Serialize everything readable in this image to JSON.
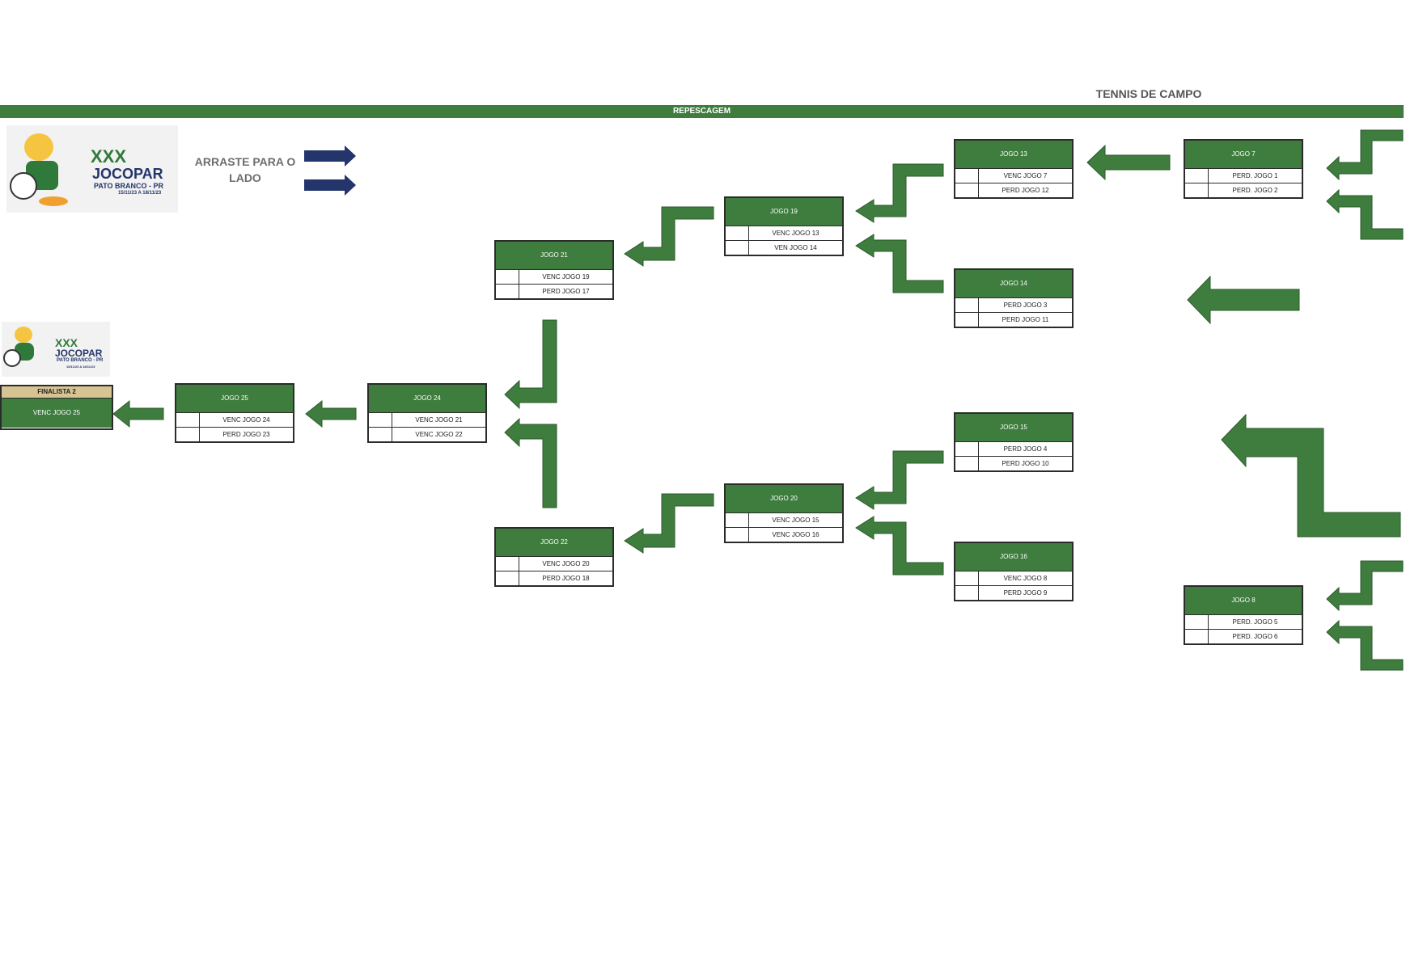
{
  "title": "TENNIS DE CAMPO",
  "banner": "REPESCAGEM",
  "drag_hint": "ARRASTE PARA O LADO",
  "logo": {
    "line1": "XXX",
    "line2": "JOCOPAR",
    "line3": "PATO BRANCO - PR",
    "line4": "15/11/23 A 18/11/23"
  },
  "finalist": {
    "label": "FINALISTA 2",
    "value": "VENC JOGO 25"
  },
  "matches": {
    "jogo7": {
      "title": "JOGO 7",
      "slot1": "PERD. JOGO 1",
      "slot2": "PERD. JOGO 2"
    },
    "jogo8": {
      "title": "JOGO 8",
      "slot1": "PERD. JOGO 5",
      "slot2": "PERD. JOGO 6"
    },
    "jogo13": {
      "title": "JOGO 13",
      "slot1": "VENC JOGO 7",
      "slot2": "PERD JOGO 12"
    },
    "jogo14": {
      "title": "JOGO 14",
      "slot1": "PERD JOGO 3",
      "slot2": "PERD JOGO 11"
    },
    "jogo15": {
      "title": "JOGO 15",
      "slot1": "PERD JOGO 4",
      "slot2": "PERD JOGO 10"
    },
    "jogo16": {
      "title": "JOGO 16",
      "slot1": "VENC JOGO 8",
      "slot2": "PERD JOGO 9"
    },
    "jogo19": {
      "title": "JOGO 19",
      "slot1": "VENC JOGO 13",
      "slot2": "VEN JOGO 14"
    },
    "jogo20": {
      "title": "JOGO 20",
      "slot1": "VENC JOGO 15",
      "slot2": "VENC JOGO 16"
    },
    "jogo21": {
      "title": "JOGO 21",
      "slot1": "VENC JOGO 19",
      "slot2": "PERD JOGO 17"
    },
    "jogo22": {
      "title": "JOGO 22",
      "slot1": "VENC JOGO 20",
      "slot2": "PERD JOGO 18"
    },
    "jogo24": {
      "title": "JOGO 24",
      "slot1": "VENC JOGO 21",
      "slot2": "VENC JOGO 22"
    },
    "jogo25": {
      "title": "JOGO 25",
      "slot1": "VENC JOGO 24",
      "slot2": "PERD JOGO 23"
    }
  },
  "colors": {
    "green": "#3e7d3e",
    "navy": "#24356b",
    "tan": "#d8c493"
  }
}
